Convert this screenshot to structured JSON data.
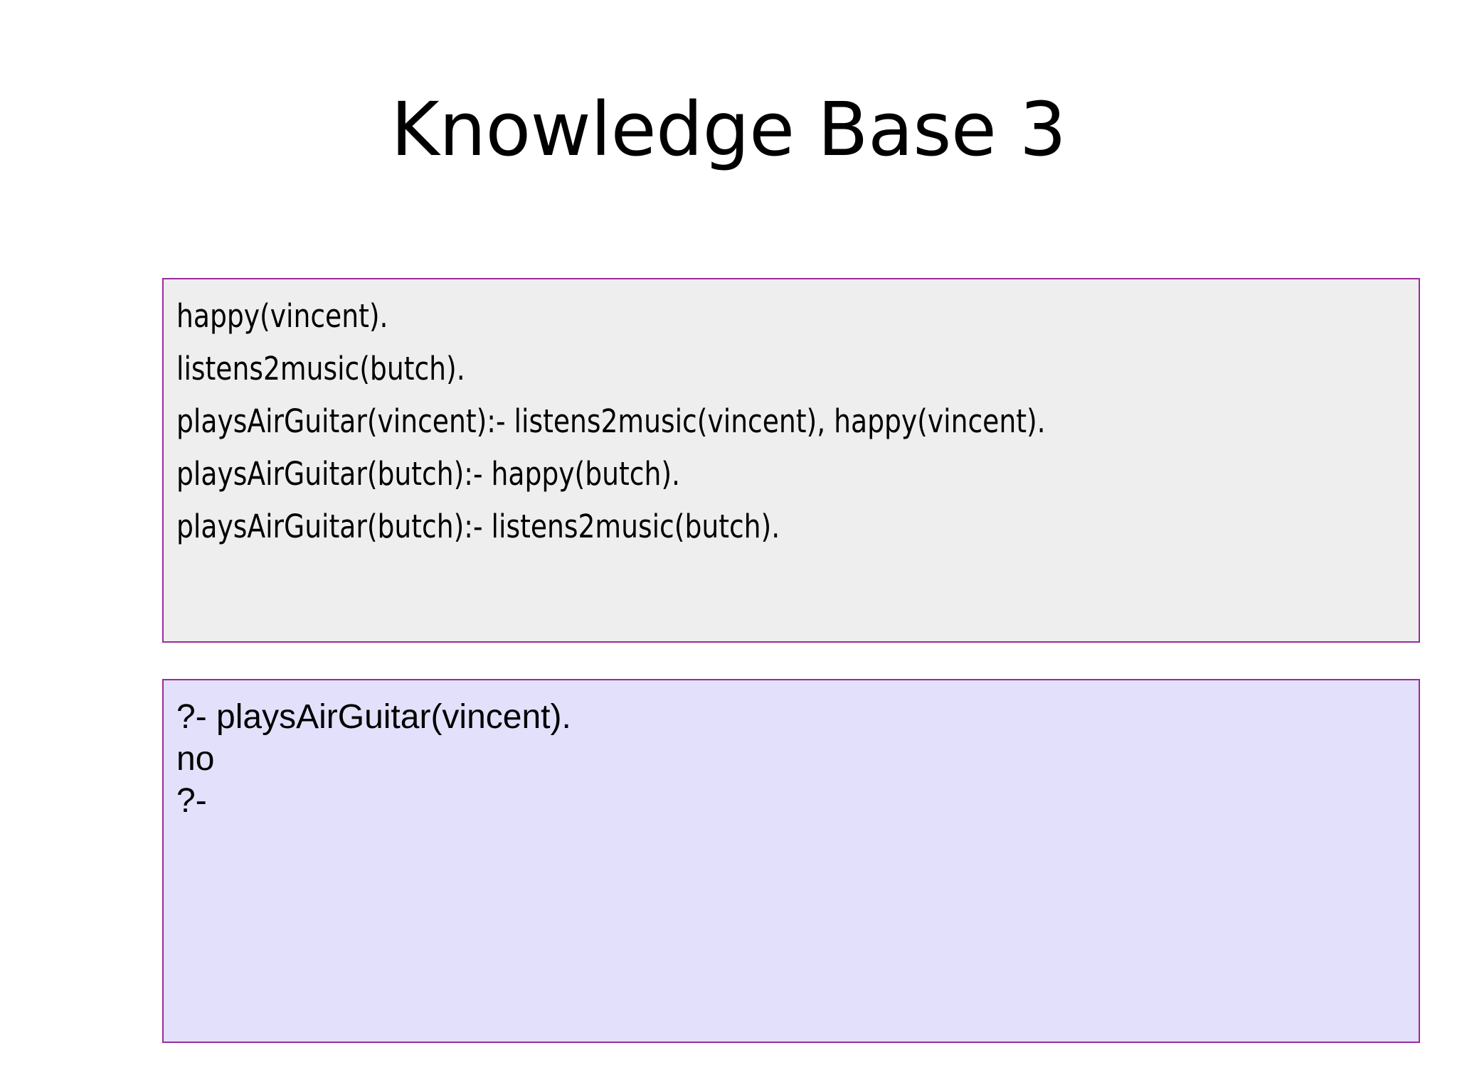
{
  "slide": {
    "title": "Knowledge Base 3",
    "background_color": "#FFFFFF",
    "accent_color": "#9C2A9C"
  },
  "knowledge_base_box": {
    "name": "knowledge-base",
    "fill_color": "#EEEEEE",
    "border_color": "#9C2A9C",
    "lines": [
      "happy(vincent).",
      "listens2music(butch).",
      "playsAirGuitar(vincent):- listens2music(vincent), happy(vincent).",
      "playsAirGuitar(butch):- happy(butch).",
      "playsAirGuitar(butch):- listens2music(butch)."
    ]
  },
  "query_box": {
    "name": "prolog-console",
    "fill_color": "#E3E0FB",
    "border_color": "#9C2A9C",
    "lines": [
      "?- playsAirGuitar(vincent).",
      "no",
      "?-"
    ]
  }
}
